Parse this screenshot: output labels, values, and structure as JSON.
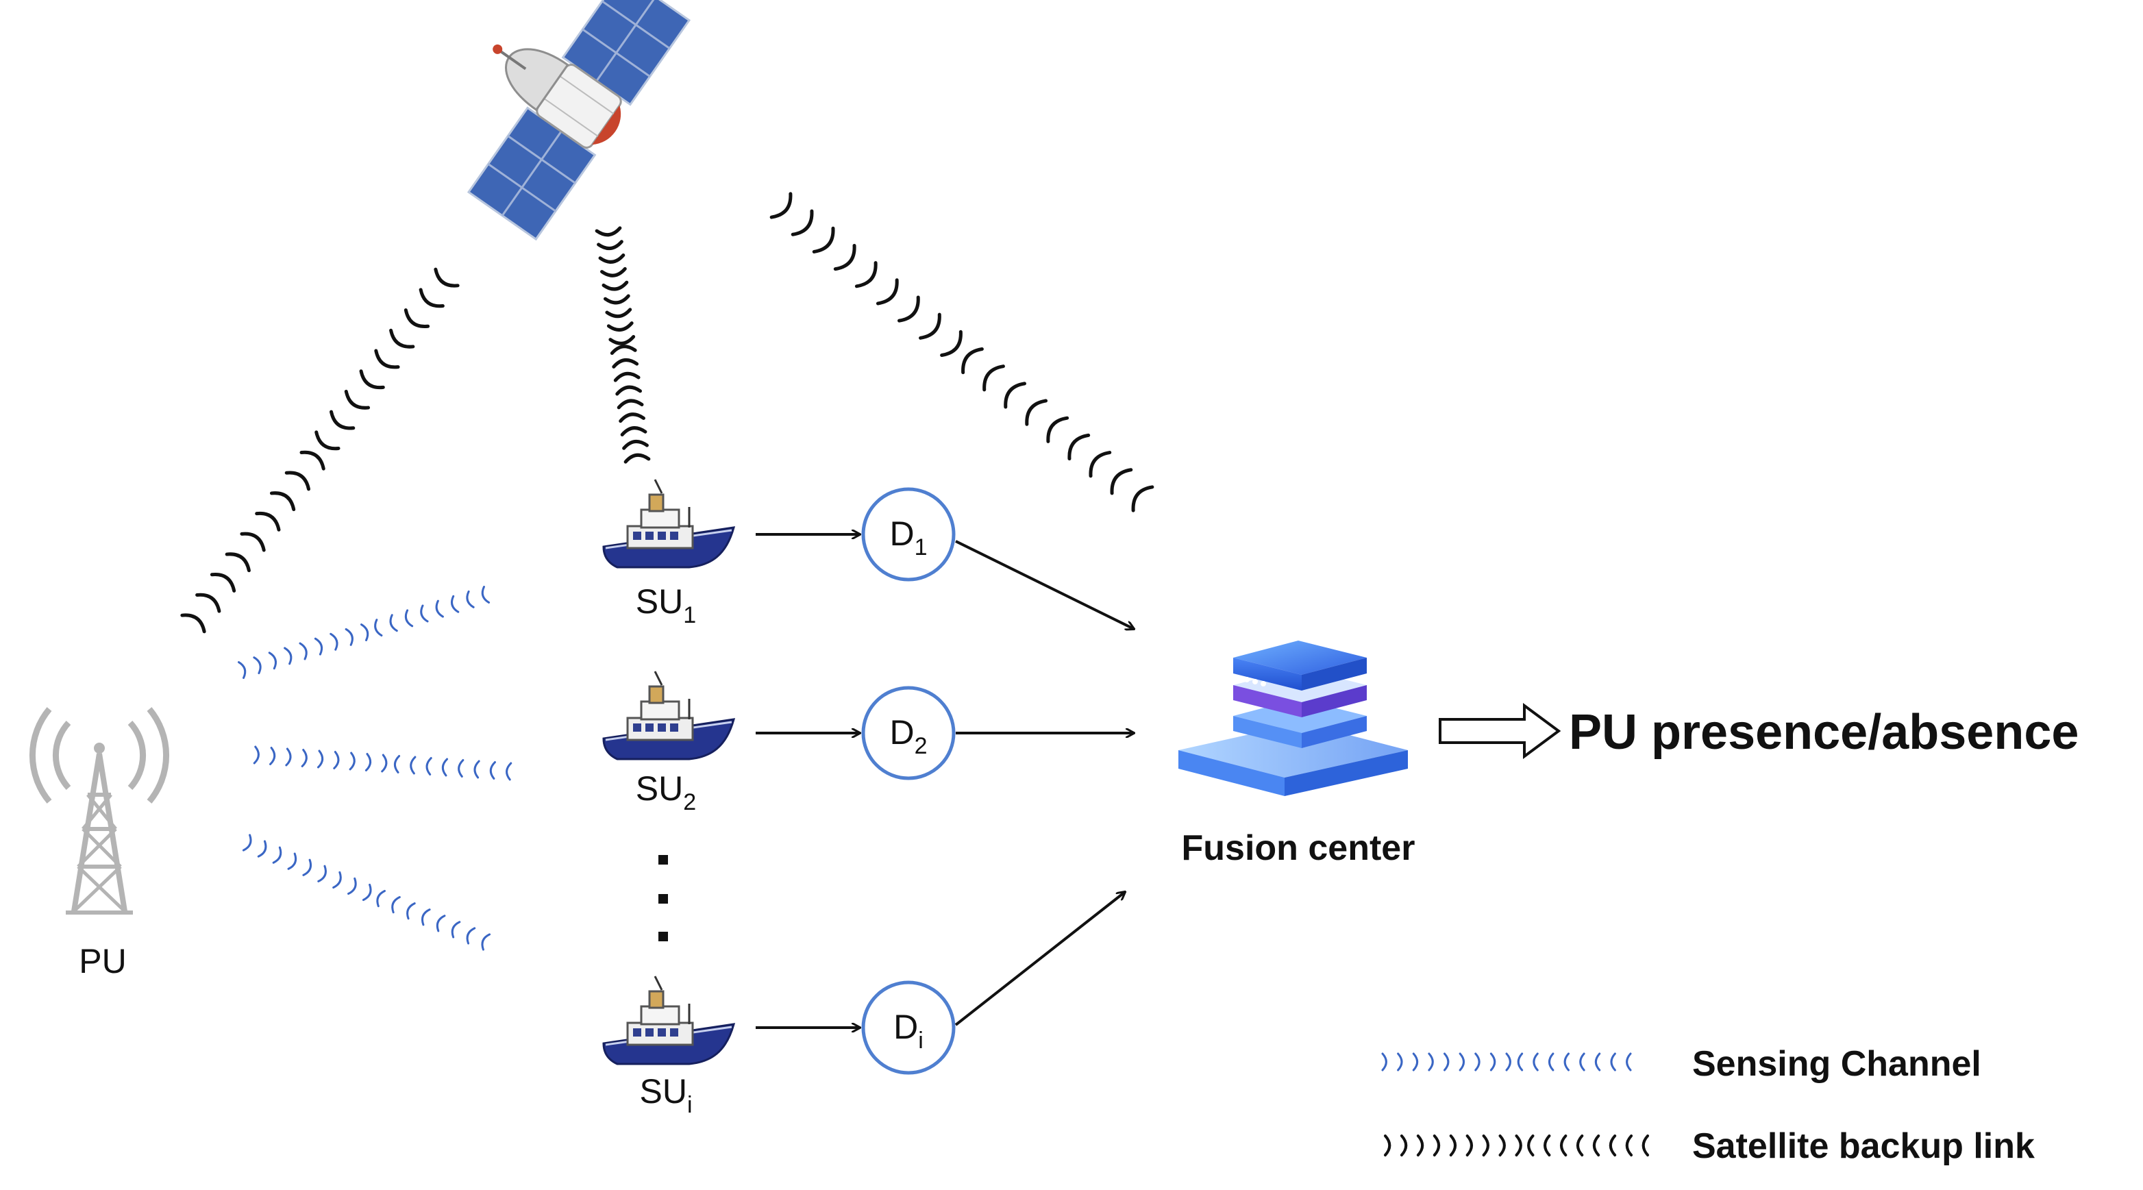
{
  "nodes": {
    "pu": {
      "label": "PU"
    },
    "su": [
      {
        "label": "SU",
        "sub": "1"
      },
      {
        "label": "SU",
        "sub": "2"
      },
      {
        "label": "SU",
        "sub": "i"
      }
    ],
    "decisions": [
      {
        "label": "D",
        "sub": "1"
      },
      {
        "label": "D",
        "sub": "2"
      },
      {
        "label": "D",
        "sub": "i"
      }
    ],
    "fusion": {
      "label": "Fusion center"
    },
    "output": {
      "label": "PU presence/absence"
    }
  },
  "legend": {
    "sensing": "Sensing Channel",
    "satellite": "Satellite backup link"
  },
  "colors": {
    "sensing": "#3a66c4",
    "satellite": "#111111",
    "circle": "#4f7fd0",
    "ship_hull": "#25358f",
    "tower": "#b4b4b4",
    "server": "#3f7ff0"
  }
}
